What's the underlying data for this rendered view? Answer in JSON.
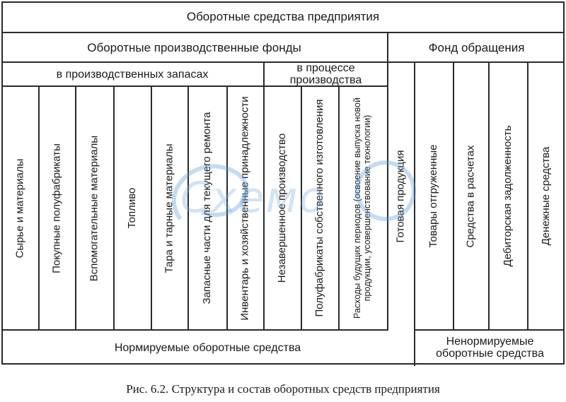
{
  "diagram": {
    "title": "Оборотные средства предприятия",
    "production_funds": "Оборотные производственные фонды",
    "circulation_fund": "Фонд обращения",
    "in_stocks": "в производственных запасах",
    "in_process": "в процессе производства",
    "columns": [
      "Сырье и материалы",
      "Покупные полуфабрикаты",
      "Вспомогательные материалы",
      "Топливо",
      "Тара и тарные материалы",
      "Запасные части для текущего ремонта",
      "Инвентарь и хозяйственные принадлежности",
      "Незавершенное производство",
      "Полуфабрикаты собственного изготовления",
      "Расходы будущих периодов (освоение выпуска новой продукции, усовершенствование технологии)",
      "Готовая продукция",
      "Товары отгруженные",
      "Средства в расчетах",
      "Дебиторская задолженность",
      "Денежные средства"
    ],
    "normalized": "Нормируемые оборотные средства",
    "non_normalized": "Ненормируемые оборотные средства"
  },
  "caption": "Рис. 6.2. Структура и состав оборотных средств предприятия",
  "watermark": "Схемо"
}
